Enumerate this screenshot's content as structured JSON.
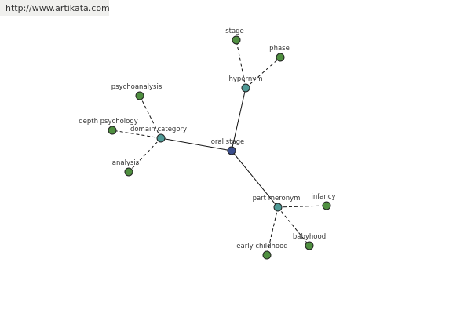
{
  "watermark": "http://www.artikata.com",
  "colors": {
    "center": "#3a4d8c",
    "relation": "#4f9a96",
    "leaf": "#4f8f40",
    "edge": "#111111",
    "node_stroke": "#222222"
  },
  "nodes": [
    {
      "id": "oral-stage",
      "label": "oral stage",
      "kind": "center"
    },
    {
      "id": "domain-category",
      "label": "domain category",
      "kind": "relation"
    },
    {
      "id": "hypernym",
      "label": "hypernym",
      "kind": "relation"
    },
    {
      "id": "part-meronym",
      "label": "part meronym",
      "kind": "relation"
    },
    {
      "id": "stage",
      "label": "stage",
      "kind": "leaf"
    },
    {
      "id": "phase",
      "label": "phase",
      "kind": "leaf"
    },
    {
      "id": "psychoanalysis",
      "label": "psychoanalysis",
      "kind": "leaf"
    },
    {
      "id": "depth-psychology",
      "label": "depth psychology",
      "kind": "leaf"
    },
    {
      "id": "analysis",
      "label": "analysis",
      "kind": "leaf"
    },
    {
      "id": "infancy",
      "label": "infancy",
      "kind": "leaf"
    },
    {
      "id": "babyhood",
      "label": "babyhood",
      "kind": "leaf"
    },
    {
      "id": "early-childhood",
      "label": "early childhood",
      "kind": "leaf"
    }
  ],
  "edges": [
    {
      "from": "oral-stage",
      "to": "domain-category",
      "style": "solid"
    },
    {
      "from": "oral-stage",
      "to": "hypernym",
      "style": "solid"
    },
    {
      "from": "oral-stage",
      "to": "part-meronym",
      "style": "solid"
    },
    {
      "from": "hypernym",
      "to": "stage",
      "style": "dashed"
    },
    {
      "from": "hypernym",
      "to": "phase",
      "style": "dashed"
    },
    {
      "from": "domain-category",
      "to": "psychoanalysis",
      "style": "dashed"
    },
    {
      "from": "domain-category",
      "to": "depth-psychology",
      "style": "dashed"
    },
    {
      "from": "domain-category",
      "to": "analysis",
      "style": "dashed"
    },
    {
      "from": "part-meronym",
      "to": "infancy",
      "style": "dashed"
    },
    {
      "from": "part-meronym",
      "to": "babyhood",
      "style": "dashed"
    },
    {
      "from": "part-meronym",
      "to": "early-childhood",
      "style": "dashed"
    }
  ]
}
